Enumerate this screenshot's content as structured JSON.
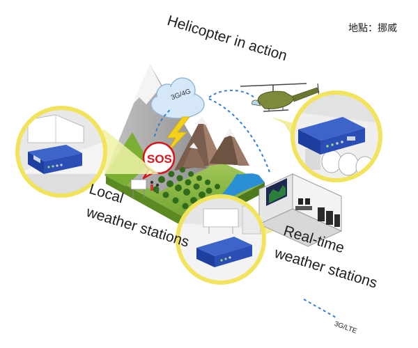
{
  "labels": {
    "helicopter": "Helicopter in action",
    "local_line1": "Local",
    "local_line2": "weather stations",
    "realtime_line1": "Real-time",
    "realtime_line2": "weather stations",
    "location": "地點：挪威",
    "sos": "SOS",
    "cloud_network": "3G/4G",
    "legend_network": "3G/LTE"
  },
  "colors": {
    "highlight_ring": "#f2e35c",
    "link_dashed": "#2d7fd3",
    "router_blue": "#1e3fa0",
    "terrain_green": "#86b83a",
    "mountain_gray": "#a9a9a9",
    "rock_brown": "#8b6a57",
    "water_blue": "#2b8fd6",
    "lightning_yellow": "#f3d11a",
    "sos_red": "#d7141a",
    "helicopter_olive": "#7d8a3a"
  },
  "icons": [
    "router-icon",
    "helicopter-icon",
    "cloud-icon",
    "lightning-icon",
    "weather-station-icon",
    "control-room-icon"
  ]
}
